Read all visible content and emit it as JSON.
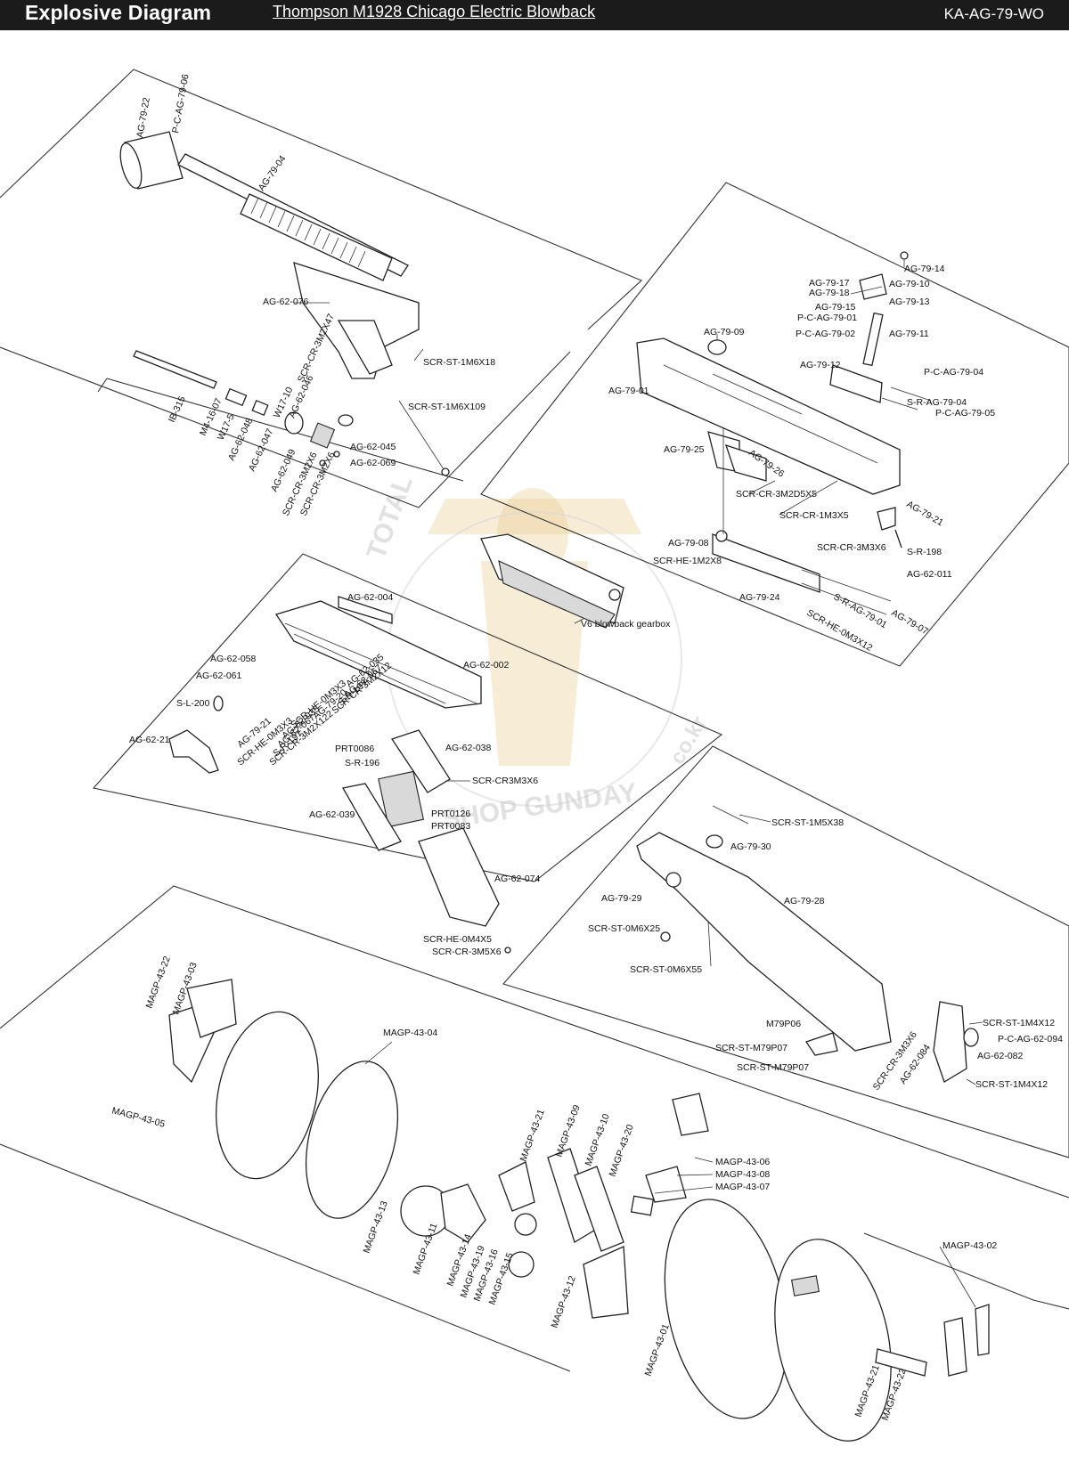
{
  "header": {
    "title": "Explosive Diagram",
    "subtitle": "Thompson M1928 Chicago Electric Blowback",
    "code": "KA-AG-79-WO"
  },
  "watermark": {
    "left_text": "TOTAL",
    "bottom_text": "SHOP GUNDAY",
    "right_text": "co.kr"
  },
  "labels": [
    {
      "id": "ag7922a",
      "text": "AG-79-22"
    },
    {
      "id": "pcag7906",
      "text": "P-C-AG-79-06"
    },
    {
      "id": "ag7904",
      "text": "AG-79-04"
    },
    {
      "id": "ag62076",
      "text": "AG-62-076"
    },
    {
      "id": "scrst1m6x18",
      "text": "SCR-ST-1M6X18"
    },
    {
      "id": "scrst1m6x109",
      "text": "SCR-ST-1M6X109"
    },
    {
      "id": "ib315",
      "text": "IB-315"
    },
    {
      "id": "m41607",
      "text": "M4-16-07"
    },
    {
      "id": "w175",
      "text": "W17-5"
    },
    {
      "id": "w1710",
      "text": "W17-10"
    },
    {
      "id": "ag62048",
      "text": "AG-62-048"
    },
    {
      "id": "ag62047",
      "text": "AG-62-047"
    },
    {
      "id": "ag62046",
      "text": "AG-62-046"
    },
    {
      "id": "ag62049",
      "text": "AG-62-049"
    },
    {
      "id": "scrcr3m2x47",
      "text": "SCR-CR-3M2X47"
    },
    {
      "id": "ag62045",
      "text": "AG-62-045"
    },
    {
      "id": "ag62069",
      "text": "AG-62-069"
    },
    {
      "id": "scrcr3m2x6a",
      "text": "SCR-CR-3M2X6"
    },
    {
      "id": "scrcr3m2x6b",
      "text": "SCR-CR-3M2X6"
    },
    {
      "id": "ag7914",
      "text": "AG-79-14"
    },
    {
      "id": "ag7917",
      "text": "AG-79-17"
    },
    {
      "id": "ag7918",
      "text": "AG-79-18"
    },
    {
      "id": "ag7910",
      "text": "AG-79-10"
    },
    {
      "id": "ag7915",
      "text": "AG-79-15"
    },
    {
      "id": "ag7913",
      "text": "AG-79-13"
    },
    {
      "id": "pcag7901",
      "text": "P-C-AG-79-01"
    },
    {
      "id": "pcag7902",
      "text": "P-C-AG-79-02"
    },
    {
      "id": "ag7911",
      "text": "AG-79-11"
    },
    {
      "id": "ag7909",
      "text": "AG-79-09"
    },
    {
      "id": "ag7912",
      "text": "AG-79-12"
    },
    {
      "id": "pcag7904",
      "text": "P-C-AG-79-04"
    },
    {
      "id": "srag7904",
      "text": "S-R-AG-79-04"
    },
    {
      "id": "pcag7905",
      "text": "P-C-AG-79-05"
    },
    {
      "id": "ag7901",
      "text": "AG-79-01"
    },
    {
      "id": "ag7925",
      "text": "AG-79-25"
    },
    {
      "id": "ag7926",
      "text": "AG-79-26"
    },
    {
      "id": "scrcr3m2d5x5",
      "text": "SCR-CR-3M2D5X5"
    },
    {
      "id": "scrcr1m3x5",
      "text": "SCR-CR-1M3X5"
    },
    {
      "id": "ag7921a",
      "text": "AG-79-21"
    },
    {
      "id": "scrcr3m3x6",
      "text": "SCR-CR-3M3X6"
    },
    {
      "id": "sr198",
      "text": "S-R-198"
    },
    {
      "id": "ag62011",
      "text": "AG-62-011"
    },
    {
      "id": "ag7908",
      "text": "AG-79-08"
    },
    {
      "id": "scrhe1m2x8",
      "text": "SCR-HE-1M2X8"
    },
    {
      "id": "ag7924",
      "text": "AG-79-24"
    },
    {
      "id": "srag7901",
      "text": "S-R-AG-79-01"
    },
    {
      "id": "ag7907",
      "text": "AG-79-07"
    },
    {
      "id": "scrhe0m3x12",
      "text": "SCR-HE-0M3X12"
    },
    {
      "id": "ag62004",
      "text": "AG-62-004"
    },
    {
      "id": "v6gearbox",
      "text": "V6 blowback gearbox"
    },
    {
      "id": "ag62002",
      "text": "AG-62-002"
    },
    {
      "id": "ag62058",
      "text": "AG-62-058"
    },
    {
      "id": "ag62061",
      "text": "AG-62-061"
    },
    {
      "id": "sl200",
      "text": "S-L-200"
    },
    {
      "id": "ag6221",
      "text": "AG-62-21"
    },
    {
      "id": "ag7921b",
      "text": "AG-79-21"
    },
    {
      "id": "scrhe0m3x3a",
      "text": "SCR-HE-0M3X3"
    },
    {
      "id": "ag62035a",
      "text": "AG-62-035"
    },
    {
      "id": "ag62067a",
      "text": "AG-62-067"
    },
    {
      "id": "sr197a",
      "text": "S-R-197"
    },
    {
      "id": "scrcr3m2x12a",
      "text": "SCR-CR-3M2X12"
    },
    {
      "id": "ag7920",
      "text": "AG-79-20"
    },
    {
      "id": "scrhe0m3x3b",
      "text": "SCR-HE-0M3X3"
    },
    {
      "id": "ag62035b",
      "text": "AG-62-035"
    },
    {
      "id": "ag62067b",
      "text": "AG-62-067"
    },
    {
      "id": "sr197b",
      "text": "S-R-197"
    },
    {
      "id": "scrcr3m2x12b",
      "text": "SCR-CR-3M2X122"
    },
    {
      "id": "prt0086",
      "text": "PRT0086"
    },
    {
      "id": "sr196",
      "text": "S-R-196"
    },
    {
      "id": "ag62038",
      "text": "AG-62-038"
    },
    {
      "id": "scrcr3m3x6b",
      "text": "SCR-CR3M3X6"
    },
    {
      "id": "ag62039",
      "text": "AG-62-039"
    },
    {
      "id": "prt0126",
      "text": "PRT0126"
    },
    {
      "id": "prt0083",
      "text": "PRT0083"
    },
    {
      "id": "ag62074",
      "text": "AG-62-074"
    },
    {
      "id": "scrhe0m4x5",
      "text": "SCR-HE-0M4X5"
    },
    {
      "id": "scrcr3m5x6",
      "text": "SCR-CR-3M5X6"
    },
    {
      "id": "scrst1m5x38",
      "text": "SCR-ST-1M5X38"
    },
    {
      "id": "ag7930",
      "text": "AG-79-30"
    },
    {
      "id": "ag7929",
      "text": "AG-79-29"
    },
    {
      "id": "ag7928",
      "text": "AG-79-28"
    },
    {
      "id": "scrst0m6x25",
      "text": "SCR-ST-0M6X25"
    },
    {
      "id": "scrst0m6x55",
      "text": "SCR-ST-0M6X55"
    },
    {
      "id": "m79p06",
      "text": "M79P06"
    },
    {
      "id": "scrstm79p07a",
      "text": "SCR-ST-M79P07"
    },
    {
      "id": "scrstm79p07b",
      "text": "SCR-ST-M79P07"
    },
    {
      "id": "scrcr3m3x6c",
      "text": "SCR-CR-3M3X6"
    },
    {
      "id": "ag62084",
      "text": "AG-62-084"
    },
    {
      "id": "scrst1m4x12a",
      "text": "SCR-ST-1M4X12"
    },
    {
      "id": "pcag62094",
      "text": "P-C-AG-62-094"
    },
    {
      "id": "ag62082",
      "text": "AG-62-082"
    },
    {
      "id": "scrst1m4x12b",
      "text": "SCR-ST-1M4X12"
    },
    {
      "id": "magp4322a",
      "text": "MAGP-43-22"
    },
    {
      "id": "magp4303",
      "text": "MAGP-43-03"
    },
    {
      "id": "magp4304",
      "text": "MAGP-43-04"
    },
    {
      "id": "magp4305",
      "text": "MAGP-43-05"
    },
    {
      "id": "magp4321a",
      "text": "MAGP-43-21"
    },
    {
      "id": "magp4309",
      "text": "MAGP-43-09"
    },
    {
      "id": "magp4310",
      "text": "MAGP-43-10"
    },
    {
      "id": "magp4320",
      "text": "MAGP-43-20"
    },
    {
      "id": "magp4306",
      "text": "MAGP-43-06"
    },
    {
      "id": "magp4308",
      "text": "MAGP-43-08"
    },
    {
      "id": "magp4307",
      "text": "MAGP-43-07"
    },
    {
      "id": "magp4313",
      "text": "MAGP-43-13"
    },
    {
      "id": "magp4311",
      "text": "MAGP-43-11"
    },
    {
      "id": "magp4314",
      "text": "MAGP-43-14"
    },
    {
      "id": "magp4319",
      "text": "MAGP-43-19"
    },
    {
      "id": "magp4316",
      "text": "MAGP-43-16"
    },
    {
      "id": "magp4315",
      "text": "MAGP-43-15"
    },
    {
      "id": "magp4312",
      "text": "MAGP-43-12"
    },
    {
      "id": "magp4301",
      "text": "MAGP-43-01"
    },
    {
      "id": "magp4302",
      "text": "MAGP-43-02"
    },
    {
      "id": "magp4321b",
      "text": "MAGP-43-21"
    },
    {
      "id": "magp4322b",
      "text": "MAGP-43-22"
    }
  ]
}
